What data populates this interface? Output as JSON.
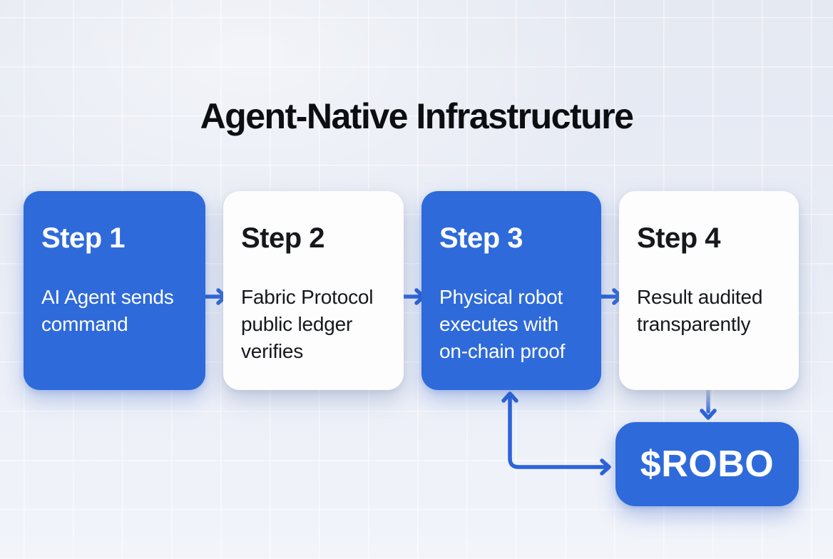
{
  "title": "Agent-Native Infrastructure",
  "colors": {
    "accent_blue": "#2e6ada",
    "arrow_blue": "#2b63d9",
    "background": "#e9edf5",
    "dark_text": "#16181c",
    "light_text": "#ffffff"
  },
  "steps": [
    {
      "label": "Step 1",
      "description": "AI Agent sends command",
      "variant": "blue"
    },
    {
      "label": "Step 2",
      "description": "Fabric Protocol public ledger verifies",
      "variant": "white"
    },
    {
      "label": "Step 3",
      "description": "Physical robot executes with on-chain proof",
      "variant": "blue"
    },
    {
      "label": "Step 4",
      "description": "Result audited transparently",
      "variant": "white"
    }
  ],
  "token": {
    "label": "$ROBO",
    "variant": "blue"
  },
  "icons": {
    "arrow_right": "right-pointing flow arrow",
    "arrow_up": "up-pointing flow arrow",
    "arrow_down": "down-pointing flow arrow",
    "elbow_connector": "L-shaped double-headed connector between Step 3 and $ROBO"
  }
}
